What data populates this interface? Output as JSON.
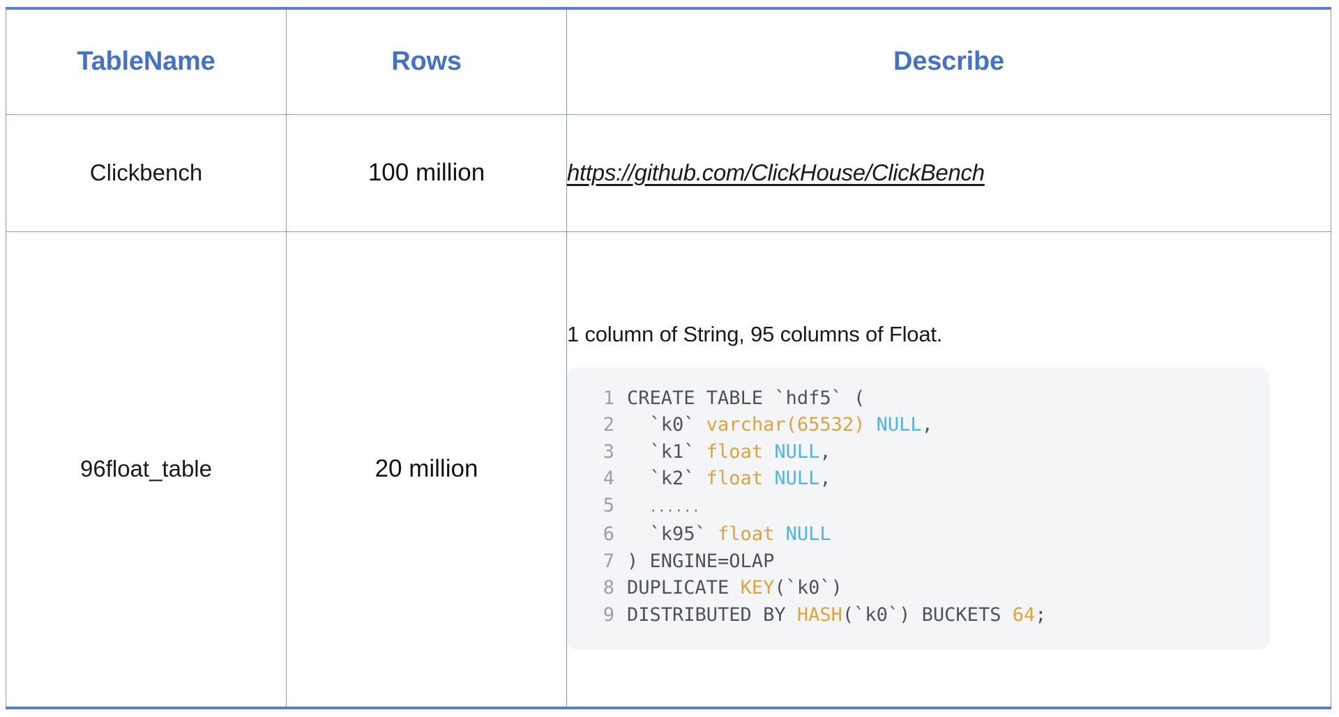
{
  "table": {
    "columns": [
      {
        "key": "table_name",
        "label": "TableName"
      },
      {
        "key": "rows",
        "label": "Rows"
      },
      {
        "key": "describe",
        "label": "Describe"
      }
    ],
    "header_color": "#4472C4",
    "border_color": "#7f9bdb",
    "rows": [
      {
        "table_name": "Clickbench",
        "rows": "100 million",
        "describe_link": "https://github.com/ClickHouse/ClickBench"
      },
      {
        "table_name": "96float_table",
        "rows": "20 million",
        "describe_note": "1 column of String, 95 columns of Float."
      }
    ]
  },
  "code_block": {
    "background": "#f4f5f6",
    "language": "sql",
    "lines": [
      {
        "number": "1",
        "text": "CREATE TABLE `hdf5` ("
      },
      {
        "number": "2",
        "text": "  `k0` varchar(65532) NULL,"
      },
      {
        "number": "3",
        "text": "  `k1` float NULL,"
      },
      {
        "number": "4",
        "text": "  `k2` float NULL,"
      },
      {
        "number": "5",
        "text": "  ......"
      },
      {
        "number": "6",
        "text": "  `k95` float NULL"
      },
      {
        "number": "7",
        "text": ") ENGINE=OLAP"
      },
      {
        "number": "8",
        "text": "DUPLICATE KEY(`k0`)"
      },
      {
        "number": "9",
        "text": "DISTRIBUTED BY HASH(`k0`) BUCKETS 64;"
      }
    ],
    "tokens": {
      "line1": {
        "keyword": "CREATE TABLE ",
        "ident": "`hdf5`",
        "paren": " ("
      },
      "line2": {
        "ident": "  `k0` ",
        "type": "varchar(",
        "num": "65532",
        "type_close": ") ",
        "null": "NULL",
        "comma": ","
      },
      "line3": {
        "ident": "  `k1` ",
        "type": "float ",
        "null": "NULL",
        "comma": ","
      },
      "line4": {
        "ident": "  `k2` ",
        "type": "float ",
        "null": "NULL",
        "comma": ","
      },
      "line5": {
        "dots": "......"
      },
      "line6": {
        "ident": "  `k95` ",
        "type": "float ",
        "null": "NULL"
      },
      "line7": {
        "text": ") ENGINE=OLAP"
      },
      "line8": {
        "keyword": "DUPLICATE ",
        "fn": "KEY",
        "args": "(`k0`)"
      },
      "line9": {
        "keyword": "DISTRIBUTED BY ",
        "fn": "HASH",
        "args": "(`k0`) BUCKETS ",
        "num": "64",
        "semi": ";"
      }
    },
    "colors": {
      "line_number": "#9aa0a6",
      "plain": "#4d5358",
      "type": "#d9a441",
      "null": "#4fb3e8",
      "function": "#e2a33c",
      "number": "#d9a441"
    }
  }
}
